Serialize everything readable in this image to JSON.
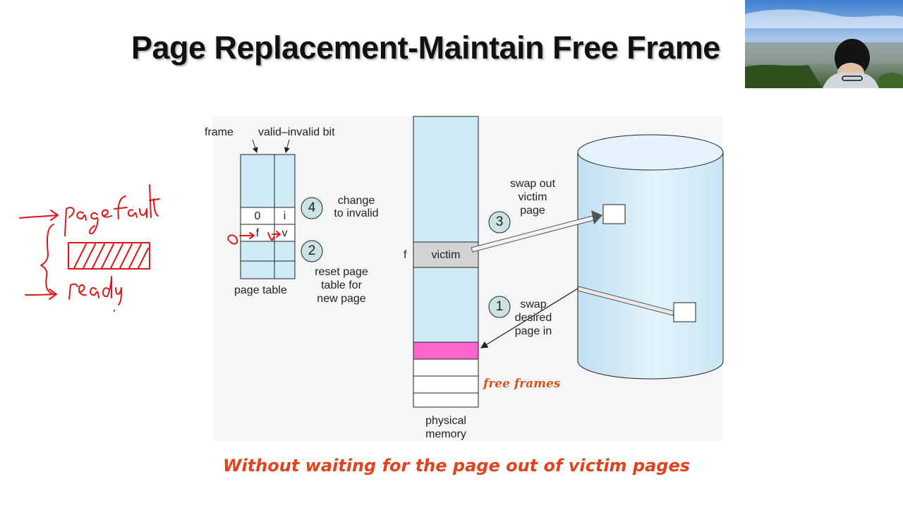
{
  "slide": {
    "title": "Page Replacement-Maintain Free Frame",
    "caption": "Without waiting for the page out of victim pages"
  },
  "diagram": {
    "page_table": {
      "frame_label": "frame",
      "valid_invalid_label": "valid–invalid bit",
      "row_old": {
        "frame": "0",
        "bit": "i"
      },
      "row_new": {
        "frame": "f",
        "bit": "v"
      },
      "caption": "page table"
    },
    "steps": [
      {
        "number": "1",
        "text": [
          "swap",
          "desired",
          "page in"
        ]
      },
      {
        "number": "2",
        "text": [
          "reset page",
          "table for",
          "new page"
        ]
      },
      {
        "number": "3",
        "text": [
          "swap out",
          "victim",
          "page"
        ]
      },
      {
        "number": "4",
        "text": [
          "change",
          "to invalid"
        ]
      }
    ],
    "physical_memory": {
      "frame_marker": "f",
      "victim_label": "victim",
      "free_frames_label": "free frames",
      "caption_line1": "physical",
      "caption_line2": "memory"
    }
  },
  "annotations": {
    "handwritten_1": "page fault",
    "handwritten_2": "ready"
  },
  "colors": {
    "accent_red": "#e2421c",
    "diagram_blue": "#cfeaf7",
    "highlight_pink": "#ff66cc",
    "victim_gray": "#d4d4d4",
    "step_circle": "#cbe3e3"
  }
}
